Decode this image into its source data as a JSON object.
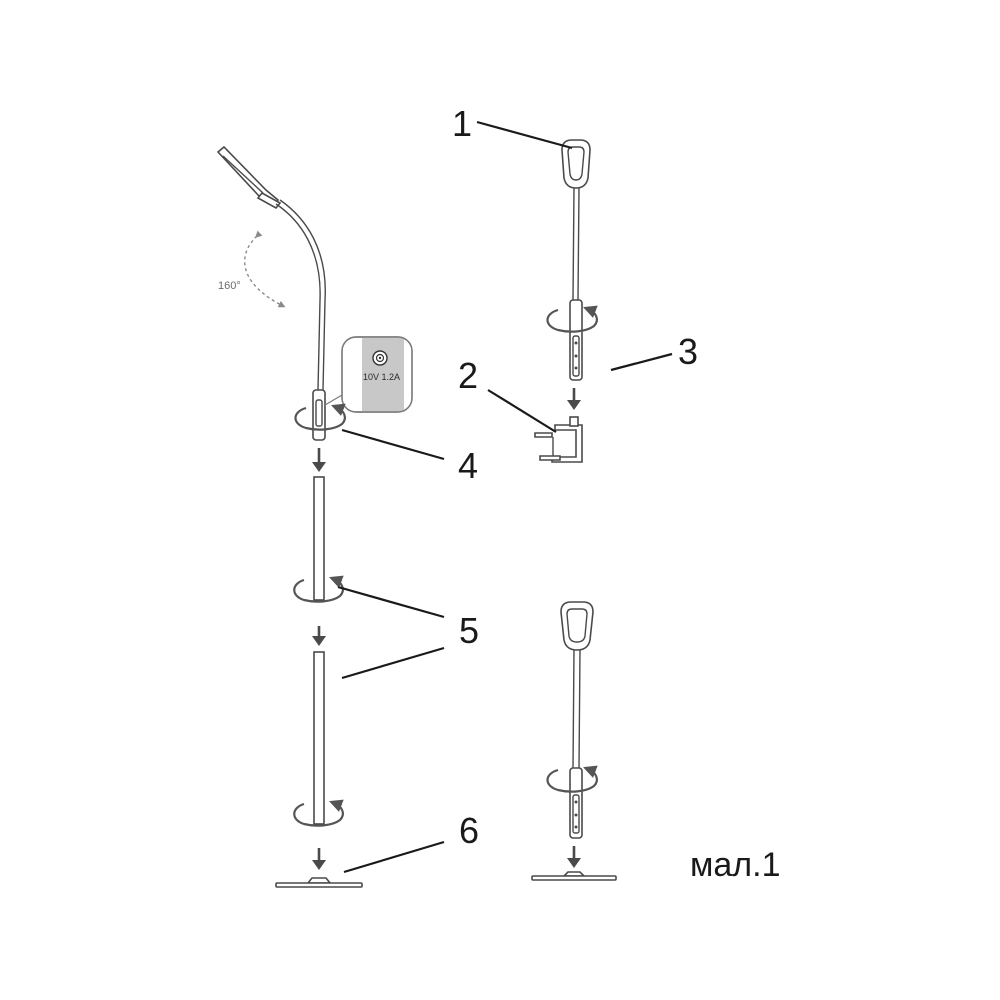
{
  "callouts": [
    {
      "id": "1",
      "text": "1"
    },
    {
      "id": "2",
      "text": "2"
    },
    {
      "id": "3",
      "text": "3"
    },
    {
      "id": "4",
      "text": "4"
    },
    {
      "id": "5",
      "text": "5"
    },
    {
      "id": "6",
      "text": "6"
    }
  ],
  "angle_label": "160°",
  "power_spec": "10V 1.2A",
  "caption": "мал.1"
}
